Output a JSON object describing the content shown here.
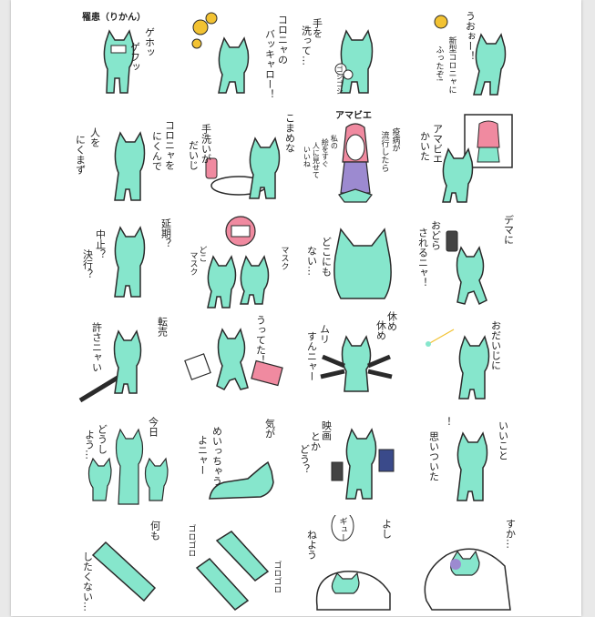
{
  "colors": {
    "mint": "#86e6cc",
    "ink": "#2a2a2a",
    "virus": "#f2c232",
    "pink": "#f08aa0",
    "lavender": "#9c8ad0"
  },
  "stickers": [
    {
      "id": "r1c1",
      "title": "罹患（りかん）",
      "lines": [
        "ゲホッ",
        "ゲフッ"
      ]
    },
    {
      "id": "r1c2",
      "lines": [
        "コロニャの",
        "バッキャロー！"
      ]
    },
    {
      "id": "r1c3",
      "lines": [
        "手を",
        "洗って…",
        "ゴシゴシ"
      ]
    },
    {
      "id": "r1c4",
      "lines": [
        "うおぉー！",
        "新型コロニャに",
        "ふったぞ!"
      ]
    },
    {
      "id": "r2c1",
      "lines": [
        "人を",
        "にくまず"
      ]
    },
    {
      "id": "r2c2",
      "lines": [
        "コロニャを",
        "にくんで"
      ]
    },
    {
      "id": "r2c3",
      "lines": [
        "手洗いが",
        "だいじ",
        "こまめな"
      ]
    },
    {
      "id": "r2c4",
      "title": "アマビエ",
      "lines": [
        "疫病が",
        "流行したら",
        "私の",
        "絵をすぐ",
        "人に見せて",
        "いいね"
      ]
    },
    {
      "id": "r2c5",
      "lines": [
        "アマビエ",
        "かいた"
      ]
    },
    {
      "id": "r3c1",
      "lines": [
        "延期？",
        "中止？",
        "決行？"
      ]
    },
    {
      "id": "r3c2",
      "lines": [
        "マスク",
        "どこ",
        "マスク"
      ]
    },
    {
      "id": "r3c3",
      "lines": [
        "どこにも",
        "ない…"
      ]
    },
    {
      "id": "r3c4",
      "lines": [
        "デマに",
        "おどら",
        "されるニャ！"
      ]
    },
    {
      "id": "r4c1",
      "lines": [
        "転売",
        "許さニャい"
      ]
    },
    {
      "id": "r4c2",
      "lines": [
        "うってた！"
      ]
    },
    {
      "id": "r4c3",
      "lines": [
        "休め",
        "休め",
        "ムリ",
        "すんニャー"
      ]
    },
    {
      "id": "r4c4",
      "lines": [
        "おだいじに"
      ]
    },
    {
      "id": "r5c1",
      "lines": [
        "今日",
        "どうし",
        "よう…"
      ]
    },
    {
      "id": "r5c2",
      "lines": [
        "気が",
        "めいっちゃう",
        "よニャー"
      ]
    },
    {
      "id": "r5c3",
      "lines": [
        "映画",
        "とか",
        "どう？"
      ]
    },
    {
      "id": "r5c4",
      "lines": [
        "いいこと",
        "思いついた",
        "！"
      ]
    },
    {
      "id": "r6c1",
      "lines": [
        "何も",
        "したくない…"
      ]
    },
    {
      "id": "r6c2",
      "lines": [
        "ゴロゴロ",
        "ゴロゴロ"
      ]
    },
    {
      "id": "r6c3",
      "lines": [
        "ギュー",
        "よし",
        "ねよう"
      ]
    },
    {
      "id": "r6c4",
      "lines": [
        "すか…"
      ]
    }
  ]
}
